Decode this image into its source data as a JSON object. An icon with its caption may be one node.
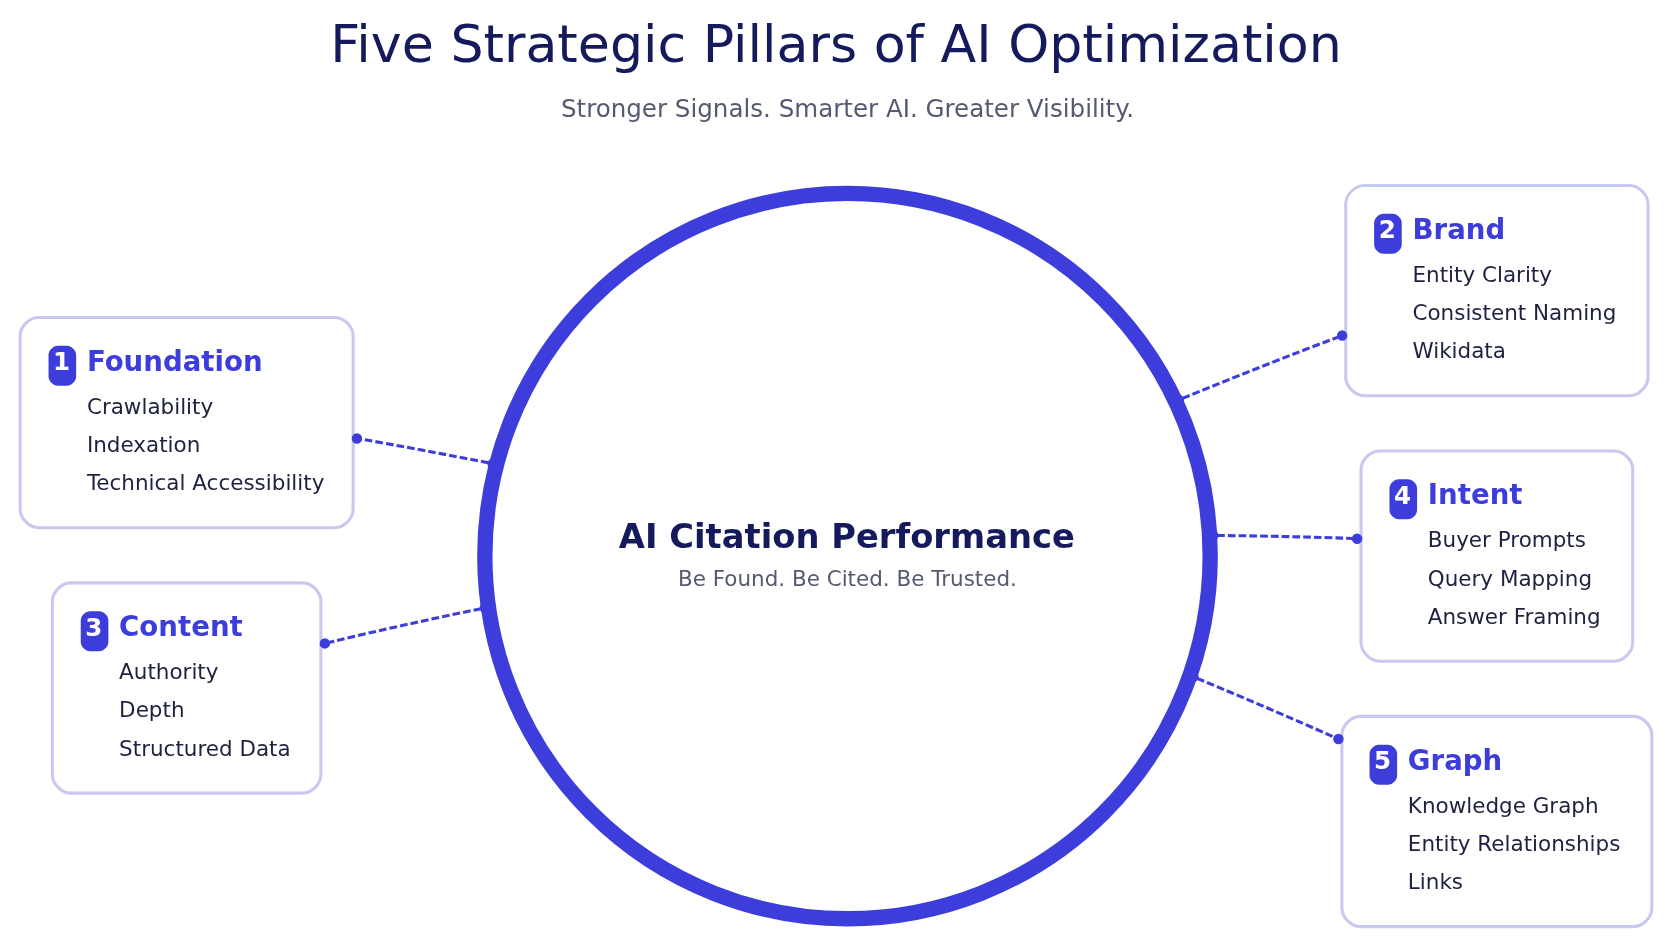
{
  "diagram": {
    "title": "Five Strategic Pillars of AI Optimization",
    "nodes": [
      {
        "text": [
          "1",
          "Foundation",
          "Crawlability",
          "Indexation",
          "Technical Accessibility"
        ]
      },
      {
        "text": [
          "AI Citation Performance",
          "Be Found. Be Cited. Be Trusted."
        ]
      },
      {
        "text": [
          "2",
          "Brand",
          "Entity Clarity",
          "Consistent Naming",
          "Wikidata"
        ]
      },
      {
        "text": [
          "3",
          "Content",
          "Authority",
          "Depth",
          "Structured Data"
        ]
      },
      {
        "text": [
          "4",
          "Intent",
          "Buyer Prompts",
          "Query Mapping",
          "Answer Framing"
        ]
      },
      {
        "text": [
          "5",
          "Graph",
          "Knowledge Graph",
          "Entity Relationships",
          "Links"
        ]
      }
    ],
    "edges": [
      {
        "from": 1,
        "to": 0,
        "arrow": "other",
        "style": "dashed"
      },
      {
        "from": 1,
        "to": 2,
        "arrow": "other",
        "style": "dashed"
      },
      {
        "from": 1,
        "to": 3,
        "arrow": "other",
        "style": "dashed"
      },
      {
        "from": 1,
        "to": 4,
        "arrow": "other",
        "style": "dashed"
      },
      {
        "from": 1,
        "to": 5,
        "arrow": "other",
        "style": "dashed"
      }
    ],
    "labels": [
      "Stronger Signals. Smarter AI. Greater Visibility."
    ]
  }
}
